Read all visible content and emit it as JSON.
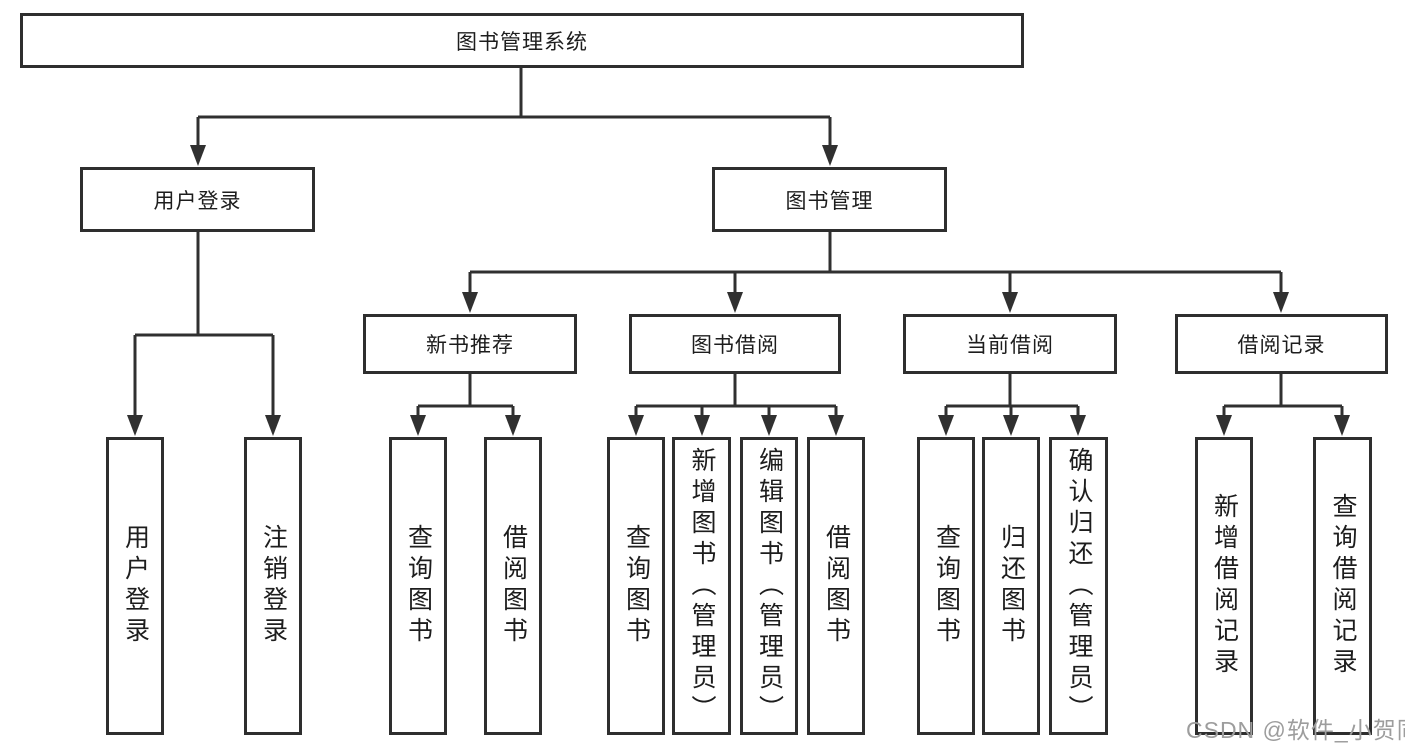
{
  "tree": {
    "root": {
      "label": "图书管理系统"
    },
    "branches": {
      "user_login": {
        "label": "用户登录",
        "children": {
          "login": {
            "label": "用户登录"
          },
          "logout": {
            "label": "注销登录"
          }
        }
      },
      "book_management": {
        "label": "图书管理",
        "categories": {
          "new_book_recommend": {
            "label": "新书推荐",
            "children": {
              "query_book": {
                "label": "查询图书"
              },
              "borrow_book": {
                "label": "借阅图书"
              }
            }
          },
          "book_borrow": {
            "label": "图书借阅",
            "children": {
              "query_book": {
                "label": "查询图书"
              },
              "add_book_admin": {
                "label": "新增图书（管理员）"
              },
              "edit_book_admin": {
                "label": "编辑图书（管理员）"
              },
              "borrow_book": {
                "label": "借阅图书"
              }
            }
          },
          "current_borrow": {
            "label": "当前借阅",
            "children": {
              "query_book": {
                "label": "查询图书"
              },
              "return_book": {
                "label": "归还图书"
              },
              "confirm_return_admin": {
                "label": "确认归还（管理员）"
              }
            }
          },
          "borrow_records": {
            "label": "借阅记录",
            "children": {
              "add_borrow_record": {
                "label": "新增借阅记录"
              },
              "query_borrow_record": {
                "label": "查询借阅记录"
              }
            }
          }
        }
      }
    }
  },
  "watermark": {
    "text": "CSDN @软件_小贺同学"
  },
  "colors": {
    "line": "#303030",
    "border": "#2e2e2e",
    "text": "#1d1d1d",
    "background": "#ffffff",
    "watermark": "#9d9d9d"
  }
}
